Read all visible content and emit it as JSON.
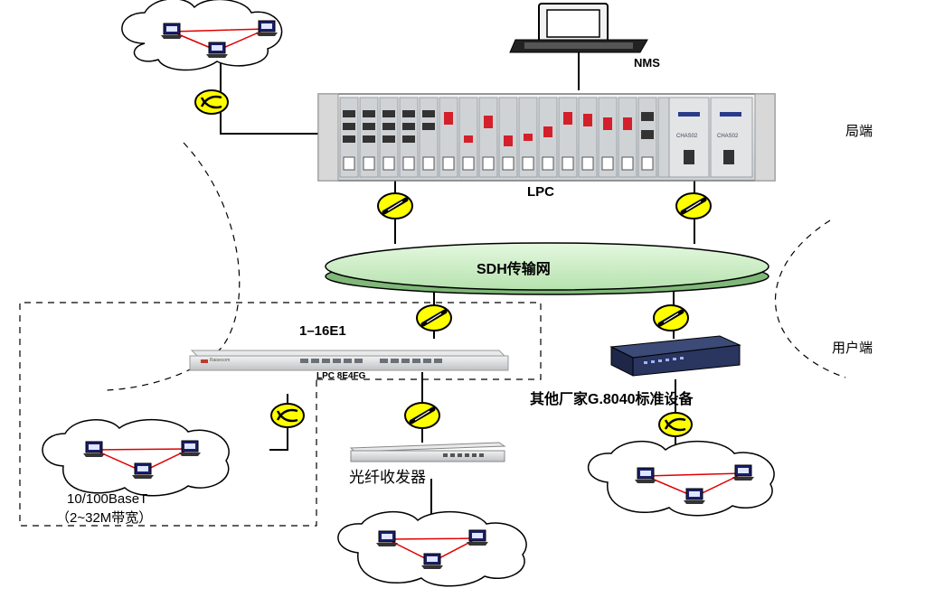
{
  "labels": {
    "nms": "NMS",
    "lpc": "LPC",
    "central_office": "局端",
    "user_side": "用户端",
    "sdh_network": "SDH传输网",
    "e1_range": "1–16E1",
    "lpc_model": "LPC 8E4FG",
    "other_vendor": "其他厂家G.8040标准设备",
    "fiber_transceiver": "光纤收发器",
    "ethernet": "10/100BaseT",
    "bandwidth": "（2~32M带宽）",
    "rack_card_1": "CHAS02",
    "rack_card_2": "CHAS02",
    "lpc_brand": "Raisecom"
  },
  "colors": {
    "router": "#ffff00",
    "sdh_cloud": "#c7eec0",
    "lan_link": "#e00000",
    "dashed": "#000000"
  }
}
